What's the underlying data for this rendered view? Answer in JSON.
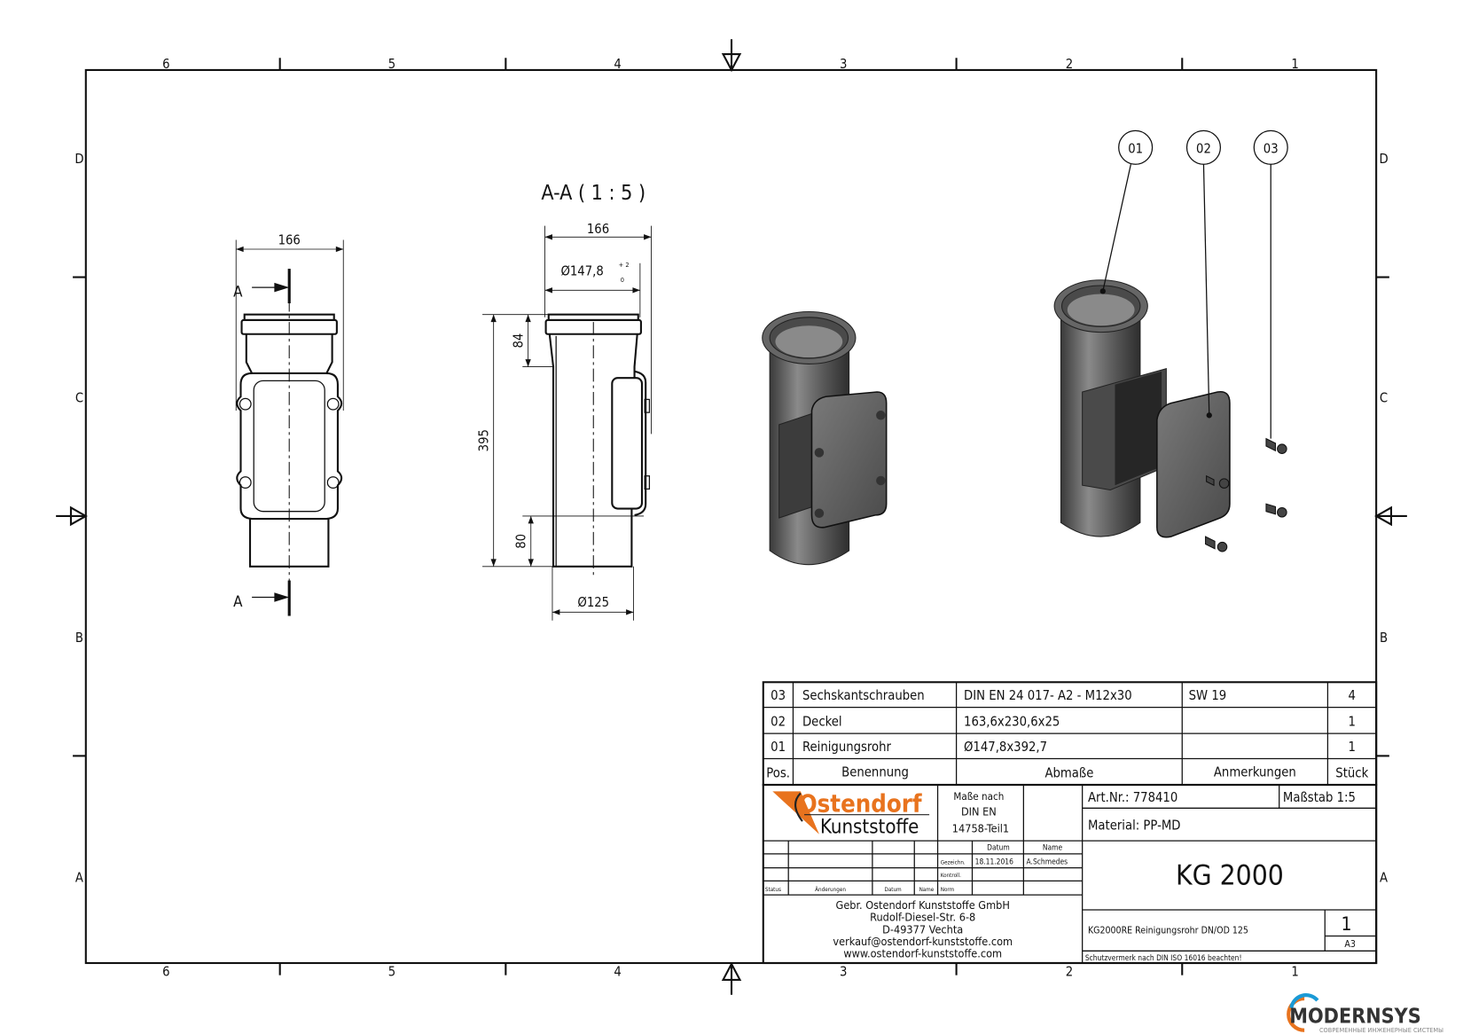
{
  "zones": {
    "columns": [
      "6",
      "5",
      "4",
      "3",
      "2",
      "1"
    ],
    "rows": [
      "D",
      "C",
      "B",
      "A"
    ]
  },
  "front_view": {
    "width_dim": "166",
    "section_label_top": "A",
    "section_label_bottom": "A"
  },
  "section_view": {
    "title": "A-A ( 1 : 5 )",
    "width_dim": "166",
    "diameter_dim": "Ø147,8",
    "tol_upper": "+ 2",
    "tol_lower": "0",
    "height_dim": "395",
    "socket_dim": "84",
    "bottom_dim": "80",
    "outlet_dim": "Ø125"
  },
  "balloons": [
    "01",
    "02",
    "03"
  ],
  "parts_list": {
    "headers": [
      "Pos.",
      "Benennung",
      "Abmaße",
      "Anmerkungen",
      "Stück"
    ],
    "rows": [
      {
        "pos": "03",
        "name": "Sechskantschrauben",
        "dims": "DIN EN 24 017- A2 - M12x30",
        "note": "SW 19",
        "qty": "4"
      },
      {
        "pos": "02",
        "name": "Deckel",
        "dims": "163,6x230,6x25",
        "note": "",
        "qty": "1"
      },
      {
        "pos": "01",
        "name": "Reinigungsrohr",
        "dims": "Ø147,8x392,7",
        "note": "",
        "qty": "1"
      }
    ]
  },
  "title_block": {
    "logo_top": "Ostendorf",
    "logo_bottom": "Kunststoffe",
    "standard_line1": "Maße nach",
    "standard_line2": "DIN EN",
    "standard_line3": "14758-Teil1",
    "art_nr": "Art.Nr.: 778410",
    "scale": "Maßstab 1:5",
    "material": "Material: PP-MD",
    "title": "KG 2000",
    "description": "KG2000RE Reinigungsrohr DN/OD 125",
    "sheet_no": "1",
    "format": "A3",
    "protection_note": "Schutzvermerk nach DIN ISO 16016 beachten!",
    "col_datum": "Datum",
    "col_name": "Name",
    "row_gezeichn": "Gezeichn.",
    "row_kontroll": "Kontroll.",
    "row_norm": "Norm",
    "drawn_date": "18.11.2016",
    "drawn_name": "A.Schmedes",
    "rev_status": "Status",
    "rev_changes": "Änderungen",
    "rev_date": "Datum",
    "rev_name": "Name",
    "address": [
      "Gebr. Ostendorf Kunststoffe GmbH",
      "Rudolf-Diesel-Str. 6-8",
      "D-49377 Vechta",
      "verkauf@ostendorf-kunststoffe.com",
      "www.ostendorf-kunststoffe.com"
    ]
  },
  "watermark": {
    "brand": "MODERNSYS",
    "tagline": "СОВРЕМЕННЫЕ ИНЖЕНЕРНЫЕ СИСТЕМЫ"
  },
  "colors": {
    "logo_orange": "#e8731e",
    "watermark_blue": "#1a9ad6",
    "part_gray": "#5a5a5a"
  }
}
